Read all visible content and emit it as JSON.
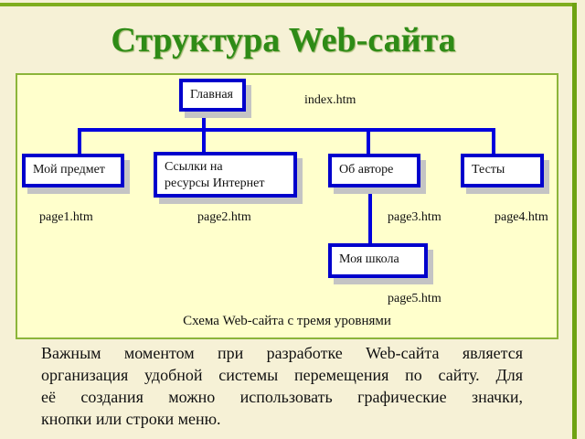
{
  "title": "Структура Web-сайта",
  "diagram": {
    "nodes": {
      "main": "Главная",
      "subject": "Мой предмет",
      "links_1": "Ссылки на",
      "links_2": "ресурсы Интернет",
      "author": "Об авторе",
      "tests": "Тесты",
      "school": "Моя школа"
    },
    "files": {
      "index": "index.htm",
      "page1": "page1.htm",
      "page2": "page2.htm",
      "page3": "page3.htm",
      "page4": "page4.htm",
      "page5": "page5.htm"
    },
    "caption": "Схема Web-сайта с тремя уровнями"
  },
  "paragraph": {
    "lines": [
      "Важным моментом при разработке Web-сайта является",
      "организация удобной системы перемещения по сайту. Для",
      "её создания можно использовать графические значки,",
      "кнопки или строки меню."
    ]
  },
  "colors": {
    "title": "#2e8b16",
    "node_border": "#0000cc",
    "diagram_bg": "#ffffcc"
  }
}
